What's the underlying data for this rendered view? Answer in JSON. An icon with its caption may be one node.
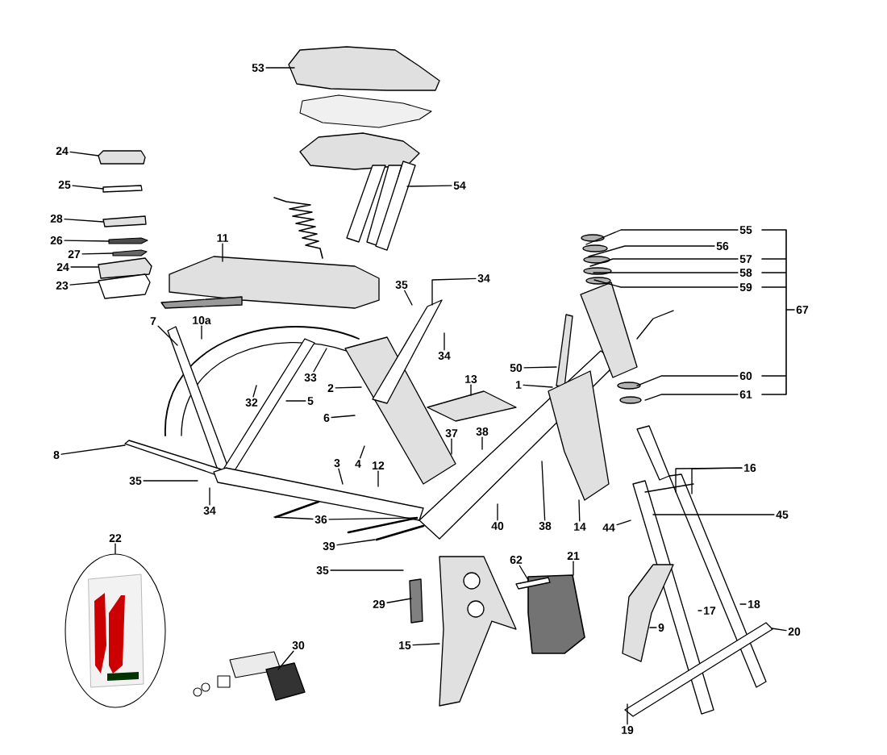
{
  "diagram": {
    "nodes": [
      {
        "text": [
          "53"
        ]
      },
      {
        "text": [
          "24"
        ]
      },
      {
        "text": [
          "25"
        ]
      },
      {
        "text": [
          "54"
        ]
      },
      {
        "text": [
          "28"
        ]
      },
      {
        "text": [
          "26"
        ]
      },
      {
        "text": [
          "27"
        ]
      },
      {
        "text": [
          "11"
        ]
      },
      {
        "text": [
          "24"
        ]
      },
      {
        "text": [
          "23"
        ]
      },
      {
        "text": [
          "55"
        ]
      },
      {
        "text": [
          "56"
        ]
      },
      {
        "text": [
          "57"
        ]
      },
      {
        "text": [
          "58"
        ]
      },
      {
        "text": [
          "59"
        ]
      },
      {
        "text": [
          "35"
        ]
      },
      {
        "text": [
          "34"
        ]
      },
      {
        "text": [
          "34"
        ]
      },
      {
        "text": [
          "7"
        ]
      },
      {
        "text": [
          "10a"
        ]
      },
      {
        "text": [
          "60"
        ]
      },
      {
        "text": [
          "61"
        ]
      },
      {
        "text": [
          "50"
        ]
      },
      {
        "text": [
          "1"
        ]
      },
      {
        "text": [
          "33"
        ]
      },
      {
        "text": [
          "2"
        ]
      },
      {
        "text": [
          "13"
        ]
      },
      {
        "text": [
          "32"
        ]
      },
      {
        "text": [
          "5"
        ]
      },
      {
        "text": [
          "6"
        ]
      },
      {
        "text": [
          "8"
        ]
      },
      {
        "text": [
          "37"
        ]
      },
      {
        "text": [
          "38"
        ]
      },
      {
        "text": [
          "3"
        ]
      },
      {
        "text": [
          "4"
        ]
      },
      {
        "text": [
          "12"
        ]
      },
      {
        "text": [
          "16"
        ]
      },
      {
        "text": [
          "35"
        ]
      },
      {
        "text": [
          "34"
        ]
      },
      {
        "text": [
          "36"
        ]
      },
      {
        "text": [
          "40"
        ]
      },
      {
        "text": [
          "38"
        ]
      },
      {
        "text": [
          "14"
        ]
      },
      {
        "text": [
          "44"
        ]
      },
      {
        "text": [
          "45"
        ]
      },
      {
        "text": [
          "39"
        ]
      },
      {
        "text": [
          "22"
        ]
      },
      {
        "text": [
          "62"
        ]
      },
      {
        "text": [
          "21"
        ]
      },
      {
        "text": [
          "35"
        ]
      },
      {
        "text": [
          "29"
        ]
      },
      {
        "text": [
          "17"
        ]
      },
      {
        "text": [
          "18"
        ]
      },
      {
        "text": [
          "20"
        ]
      },
      {
        "text": [
          "9"
        ]
      },
      {
        "text": [
          "30"
        ]
      },
      {
        "text": [
          "15"
        ]
      },
      {
        "text": [
          "19"
        ]
      },
      {
        "text": [],
        "shape": "circle"
      }
    ],
    "edges": [
      {
        "from": 0,
        "to": null,
        "arrow": "none"
      },
      {
        "from": 1,
        "to": null,
        "arrow": "none"
      },
      {
        "from": 2,
        "to": null,
        "arrow": "none"
      },
      {
        "from": 3,
        "to": null,
        "arrow": "none"
      },
      {
        "from": 4,
        "to": null,
        "arrow": "none"
      },
      {
        "from": 5,
        "to": null,
        "arrow": "none"
      },
      {
        "from": 6,
        "to": null,
        "arrow": "none"
      },
      {
        "from": 7,
        "to": null,
        "arrow": "none"
      },
      {
        "from": 8,
        "to": null,
        "arrow": "none"
      },
      {
        "from": 9,
        "to": null,
        "arrow": "none"
      },
      {
        "from": 10,
        "to": null,
        "arrow": "none"
      },
      {
        "from": 11,
        "to": null,
        "arrow": "none"
      },
      {
        "from": 12,
        "to": null,
        "arrow": "none"
      },
      {
        "from": 13,
        "to": null,
        "arrow": "none"
      },
      {
        "from": 14,
        "to": null,
        "arrow": "none"
      },
      {
        "from": 15,
        "to": null,
        "arrow": "none"
      },
      {
        "from": 16,
        "to": null,
        "arrow": "none"
      },
      {
        "from": 17,
        "to": null,
        "arrow": "none"
      },
      {
        "from": 18,
        "to": null,
        "arrow": "none"
      },
      {
        "from": 19,
        "to": null,
        "arrow": "none"
      },
      {
        "from": 20,
        "to": null,
        "arrow": "none"
      },
      {
        "from": 21,
        "to": null,
        "arrow": "none"
      },
      {
        "from": 22,
        "to": null,
        "arrow": "none"
      },
      {
        "from": 23,
        "to": null,
        "arrow": "none"
      },
      {
        "from": 24,
        "to": null,
        "arrow": "none"
      },
      {
        "from": 25,
        "to": null,
        "arrow": "none"
      },
      {
        "from": 26,
        "to": null,
        "arrow": "none"
      },
      {
        "from": 27,
        "to": null,
        "arrow": "none"
      },
      {
        "from": 28,
        "to": null,
        "arrow": "none"
      },
      {
        "from": 29,
        "to": null,
        "arrow": "none"
      },
      {
        "from": 30,
        "to": null,
        "arrow": "none"
      },
      {
        "from": 31,
        "to": null,
        "arrow": "none"
      },
      {
        "from": 32,
        "to": null,
        "arrow": "none"
      },
      {
        "from": 33,
        "to": null,
        "arrow": "none"
      },
      {
        "from": 34,
        "to": null,
        "arrow": "none"
      },
      {
        "from": 35,
        "to": null,
        "arrow": "none"
      },
      {
        "from": 36,
        "to": null,
        "arrow": "none"
      },
      {
        "from": 36,
        "to": null,
        "arrow": "none"
      },
      {
        "from": 37,
        "to": null,
        "arrow": "none"
      },
      {
        "from": 38,
        "to": null,
        "arrow": "none"
      },
      {
        "from": 39,
        "to": null,
        "arrow": "none"
      },
      {
        "from": 39,
        "to": null,
        "arrow": "none"
      },
      {
        "from": 40,
        "to": null,
        "arrow": "none"
      },
      {
        "from": 41,
        "to": null,
        "arrow": "none"
      },
      {
        "from": 42,
        "to": null,
        "arrow": "none"
      },
      {
        "from": 43,
        "to": null,
        "arrow": "none"
      },
      {
        "from": 44,
        "to": null,
        "arrow": "none"
      },
      {
        "from": 45,
        "to": null,
        "arrow": "none"
      },
      {
        "from": 46,
        "to": 58,
        "arrow": "none"
      },
      {
        "from": 47,
        "to": null,
        "arrow": "none"
      },
      {
        "from": 48,
        "to": null,
        "arrow": "none"
      },
      {
        "from": 49,
        "to": null,
        "arrow": "none"
      },
      {
        "from": 50,
        "to": null,
        "arrow": "none"
      },
      {
        "from": 51,
        "to": null,
        "arrow": "none"
      },
      {
        "from": 52,
        "to": null,
        "arrow": "none"
      },
      {
        "from": 53,
        "to": null,
        "arrow": "none"
      },
      {
        "from": 54,
        "to": null,
        "arrow": "none"
      },
      {
        "from": 55,
        "to": null,
        "arrow": "none"
      },
      {
        "from": 56,
        "to": null,
        "arrow": "none"
      },
      {
        "from": 57,
        "to": null,
        "arrow": "none"
      }
    ],
    "labels": [
      "67"
    ]
  }
}
